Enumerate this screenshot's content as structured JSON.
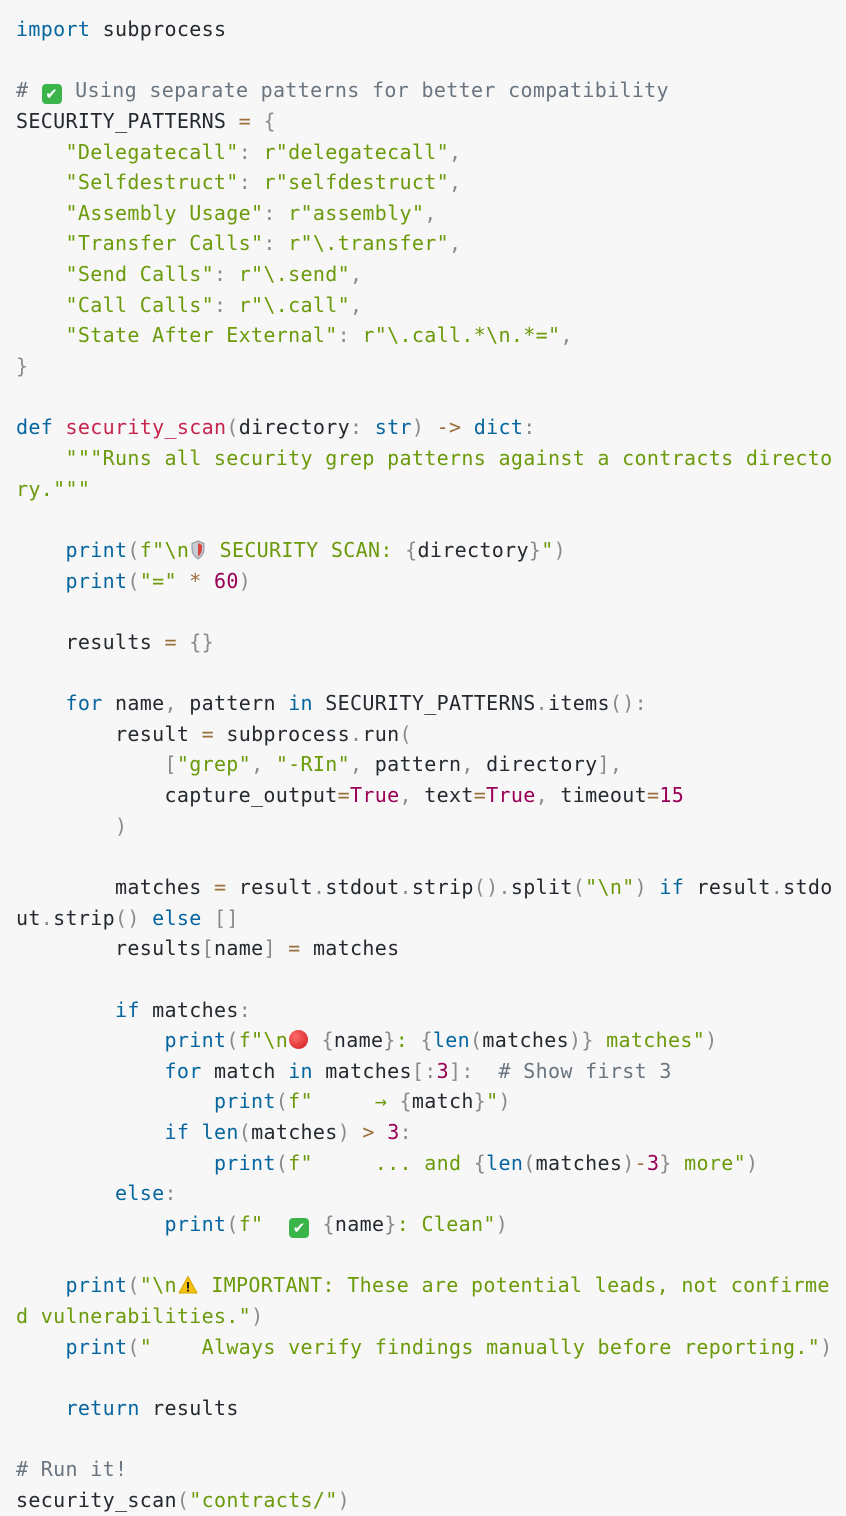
{
  "code_lines": [
    [
      {
        "t": "import",
        "c": "kw"
      },
      {
        "t": " subprocess",
        "c": "sym"
      }
    ],
    [],
    [
      {
        "t": "# ",
        "c": "cm"
      },
      {
        "e": "check-mark-icon"
      },
      {
        "t": " Using separate patterns for better compatibility",
        "c": "cm"
      }
    ],
    [
      {
        "t": "SECURITY_PATTERNS",
        "c": "sym"
      },
      {
        "t": " = ",
        "c": "op"
      },
      {
        "t": "{",
        "c": "pun"
      }
    ],
    [
      {
        "t": "    ",
        "c": "sym"
      },
      {
        "t": "\"Delegatecall\"",
        "c": "str"
      },
      {
        "t": ": ",
        "c": "pun"
      },
      {
        "t": "r\"delegatecall\"",
        "c": "str"
      },
      {
        "t": ",",
        "c": "pun"
      }
    ],
    [
      {
        "t": "    ",
        "c": "sym"
      },
      {
        "t": "\"Selfdestruct\"",
        "c": "str"
      },
      {
        "t": ": ",
        "c": "pun"
      },
      {
        "t": "r\"selfdestruct\"",
        "c": "str"
      },
      {
        "t": ",",
        "c": "pun"
      }
    ],
    [
      {
        "t": "    ",
        "c": "sym"
      },
      {
        "t": "\"Assembly Usage\"",
        "c": "str"
      },
      {
        "t": ": ",
        "c": "pun"
      },
      {
        "t": "r\"assembly\"",
        "c": "str"
      },
      {
        "t": ",",
        "c": "pun"
      }
    ],
    [
      {
        "t": "    ",
        "c": "sym"
      },
      {
        "t": "\"Transfer Calls\"",
        "c": "str"
      },
      {
        "t": ": ",
        "c": "pun"
      },
      {
        "t": "r\"\\.transfer\"",
        "c": "str"
      },
      {
        "t": ",",
        "c": "pun"
      }
    ],
    [
      {
        "t": "    ",
        "c": "sym"
      },
      {
        "t": "\"Send Calls\"",
        "c": "str"
      },
      {
        "t": ": ",
        "c": "pun"
      },
      {
        "t": "r\"\\.send\"",
        "c": "str"
      },
      {
        "t": ",",
        "c": "pun"
      }
    ],
    [
      {
        "t": "    ",
        "c": "sym"
      },
      {
        "t": "\"Call Calls\"",
        "c": "str"
      },
      {
        "t": ": ",
        "c": "pun"
      },
      {
        "t": "r\"\\.call\"",
        "c": "str"
      },
      {
        "t": ",",
        "c": "pun"
      }
    ],
    [
      {
        "t": "    ",
        "c": "sym"
      },
      {
        "t": "\"State After External\"",
        "c": "str"
      },
      {
        "t": ": ",
        "c": "pun"
      },
      {
        "t": "r\"\\.call.*\\n.*=\"",
        "c": "str"
      },
      {
        "t": ",",
        "c": "pun"
      }
    ],
    [
      {
        "t": "}",
        "c": "pun"
      }
    ],
    [],
    [
      {
        "t": "def",
        "c": "kw"
      },
      {
        "t": " ",
        "c": "sym"
      },
      {
        "t": "security_scan",
        "c": "fn"
      },
      {
        "t": "(",
        "c": "pun"
      },
      {
        "t": "directory",
        "c": "sym"
      },
      {
        "t": ": ",
        "c": "pun"
      },
      {
        "t": "str",
        "c": "kw"
      },
      {
        "t": ") ",
        "c": "pun"
      },
      {
        "t": "->",
        "c": "op"
      },
      {
        "t": " ",
        "c": "sym"
      },
      {
        "t": "dict",
        "c": "kw"
      },
      {
        "t": ":",
        "c": "pun"
      }
    ],
    [
      {
        "t": "    \"\"\"Runs all security grep patterns against a contracts directo",
        "c": "str"
      }
    ],
    [
      {
        "t": "ry.\"\"\"",
        "c": "str"
      }
    ],
    [],
    [
      {
        "t": "    ",
        "c": "sym"
      },
      {
        "t": "print",
        "c": "kw"
      },
      {
        "t": "(",
        "c": "pun"
      },
      {
        "t": "f\"\\n",
        "c": "str"
      },
      {
        "e": "shield-icon"
      },
      {
        "t": " SECURITY SCAN: ",
        "c": "str"
      },
      {
        "t": "{",
        "c": "pun"
      },
      {
        "t": "directory",
        "c": "sym"
      },
      {
        "t": "}",
        "c": "pun"
      },
      {
        "t": "\"",
        "c": "str"
      },
      {
        "t": ")",
        "c": "pun"
      }
    ],
    [
      {
        "t": "    ",
        "c": "sym"
      },
      {
        "t": "print",
        "c": "kw"
      },
      {
        "t": "(",
        "c": "pun"
      },
      {
        "t": "\"=\"",
        "c": "str"
      },
      {
        "t": " * ",
        "c": "op"
      },
      {
        "t": "60",
        "c": "num"
      },
      {
        "t": ")",
        "c": "pun"
      }
    ],
    [],
    [
      {
        "t": "    results",
        "c": "sym"
      },
      {
        "t": " = ",
        "c": "op"
      },
      {
        "t": "{}",
        "c": "pun"
      }
    ],
    [],
    [
      {
        "t": "    ",
        "c": "sym"
      },
      {
        "t": "for",
        "c": "kw"
      },
      {
        "t": " name",
        "c": "sym"
      },
      {
        "t": ", ",
        "c": "pun"
      },
      {
        "t": "pattern ",
        "c": "sym"
      },
      {
        "t": "in",
        "c": "kw"
      },
      {
        "t": " SECURITY_PATTERNS",
        "c": "sym"
      },
      {
        "t": ".",
        "c": "pun"
      },
      {
        "t": "items",
        "c": "sym"
      },
      {
        "t": "():",
        "c": "pun"
      }
    ],
    [
      {
        "t": "        result",
        "c": "sym"
      },
      {
        "t": " = ",
        "c": "op"
      },
      {
        "t": "subprocess",
        "c": "sym"
      },
      {
        "t": ".",
        "c": "pun"
      },
      {
        "t": "run",
        "c": "sym"
      },
      {
        "t": "(",
        "c": "pun"
      }
    ],
    [
      {
        "t": "            ",
        "c": "sym"
      },
      {
        "t": "[",
        "c": "pun"
      },
      {
        "t": "\"grep\"",
        "c": "str"
      },
      {
        "t": ", ",
        "c": "pun"
      },
      {
        "t": "\"-RIn\"",
        "c": "str"
      },
      {
        "t": ", ",
        "c": "pun"
      },
      {
        "t": "pattern",
        "c": "sym"
      },
      {
        "t": ", ",
        "c": "pun"
      },
      {
        "t": "directory",
        "c": "sym"
      },
      {
        "t": "],",
        "c": "pun"
      }
    ],
    [
      {
        "t": "            capture_output",
        "c": "sym"
      },
      {
        "t": "=",
        "c": "op"
      },
      {
        "t": "True",
        "c": "num"
      },
      {
        "t": ", ",
        "c": "pun"
      },
      {
        "t": "text",
        "c": "sym"
      },
      {
        "t": "=",
        "c": "op"
      },
      {
        "t": "True",
        "c": "num"
      },
      {
        "t": ", ",
        "c": "pun"
      },
      {
        "t": "timeout",
        "c": "sym"
      },
      {
        "t": "=",
        "c": "op"
      },
      {
        "t": "15",
        "c": "num"
      }
    ],
    [
      {
        "t": "        )",
        "c": "pun"
      }
    ],
    [],
    [
      {
        "t": "        matches",
        "c": "sym"
      },
      {
        "t": " = ",
        "c": "op"
      },
      {
        "t": "result",
        "c": "sym"
      },
      {
        "t": ".",
        "c": "pun"
      },
      {
        "t": "stdout",
        "c": "sym"
      },
      {
        "t": ".",
        "c": "pun"
      },
      {
        "t": "strip",
        "c": "sym"
      },
      {
        "t": "().",
        "c": "pun"
      },
      {
        "t": "split",
        "c": "sym"
      },
      {
        "t": "(",
        "c": "pun"
      },
      {
        "t": "\"\\n\"",
        "c": "str"
      },
      {
        "t": ") ",
        "c": "pun"
      },
      {
        "t": "if",
        "c": "kw"
      },
      {
        "t": " result",
        "c": "sym"
      },
      {
        "t": ".",
        "c": "pun"
      },
      {
        "t": "stdo",
        "c": "sym"
      }
    ],
    [
      {
        "t": "ut",
        "c": "sym"
      },
      {
        "t": ".",
        "c": "pun"
      },
      {
        "t": "strip",
        "c": "sym"
      },
      {
        "t": "() ",
        "c": "pun"
      },
      {
        "t": "else",
        "c": "kw"
      },
      {
        "t": " []",
        "c": "pun"
      }
    ],
    [
      {
        "t": "        results",
        "c": "sym"
      },
      {
        "t": "[",
        "c": "pun"
      },
      {
        "t": "name",
        "c": "sym"
      },
      {
        "t": "]",
        "c": "pun"
      },
      {
        "t": " = ",
        "c": "op"
      },
      {
        "t": "matches",
        "c": "sym"
      }
    ],
    [],
    [
      {
        "t": "        ",
        "c": "sym"
      },
      {
        "t": "if",
        "c": "kw"
      },
      {
        "t": " matches",
        "c": "sym"
      },
      {
        "t": ":",
        "c": "pun"
      }
    ],
    [
      {
        "t": "            ",
        "c": "sym"
      },
      {
        "t": "print",
        "c": "kw"
      },
      {
        "t": "(",
        "c": "pun"
      },
      {
        "t": "f\"\\n",
        "c": "str"
      },
      {
        "e": "red-circle-icon"
      },
      {
        "t": " ",
        "c": "str"
      },
      {
        "t": "{",
        "c": "pun"
      },
      {
        "t": "name",
        "c": "sym"
      },
      {
        "t": "}",
        "c": "pun"
      },
      {
        "t": ": ",
        "c": "str"
      },
      {
        "t": "{",
        "c": "pun"
      },
      {
        "t": "len",
        "c": "kw"
      },
      {
        "t": "(",
        "c": "pun"
      },
      {
        "t": "matches",
        "c": "sym"
      },
      {
        "t": ")}",
        "c": "pun"
      },
      {
        "t": " matches\"",
        "c": "str"
      },
      {
        "t": ")",
        "c": "pun"
      }
    ],
    [
      {
        "t": "            ",
        "c": "sym"
      },
      {
        "t": "for",
        "c": "kw"
      },
      {
        "t": " match ",
        "c": "sym"
      },
      {
        "t": "in",
        "c": "kw"
      },
      {
        "t": " matches",
        "c": "sym"
      },
      {
        "t": "[:",
        "c": "pun"
      },
      {
        "t": "3",
        "c": "num"
      },
      {
        "t": "]:  ",
        "c": "pun"
      },
      {
        "t": "# Show first 3",
        "c": "cm"
      }
    ],
    [
      {
        "t": "                ",
        "c": "sym"
      },
      {
        "t": "print",
        "c": "kw"
      },
      {
        "t": "(",
        "c": "pun"
      },
      {
        "t": "f\"     → ",
        "c": "str"
      },
      {
        "t": "{",
        "c": "pun"
      },
      {
        "t": "match",
        "c": "sym"
      },
      {
        "t": "}",
        "c": "pun"
      },
      {
        "t": "\"",
        "c": "str"
      },
      {
        "t": ")",
        "c": "pun"
      }
    ],
    [
      {
        "t": "            ",
        "c": "sym"
      },
      {
        "t": "if",
        "c": "kw"
      },
      {
        "t": " ",
        "c": "sym"
      },
      {
        "t": "len",
        "c": "kw"
      },
      {
        "t": "(",
        "c": "pun"
      },
      {
        "t": "matches",
        "c": "sym"
      },
      {
        "t": ")",
        "c": "pun"
      },
      {
        "t": " > ",
        "c": "op"
      },
      {
        "t": "3",
        "c": "num"
      },
      {
        "t": ":",
        "c": "pun"
      }
    ],
    [
      {
        "t": "                ",
        "c": "sym"
      },
      {
        "t": "print",
        "c": "kw"
      },
      {
        "t": "(",
        "c": "pun"
      },
      {
        "t": "f\"     ... and ",
        "c": "str"
      },
      {
        "t": "{",
        "c": "pun"
      },
      {
        "t": "len",
        "c": "kw"
      },
      {
        "t": "(",
        "c": "pun"
      },
      {
        "t": "matches",
        "c": "sym"
      },
      {
        "t": ")",
        "c": "pun"
      },
      {
        "t": "-",
        "c": "op"
      },
      {
        "t": "3",
        "c": "num"
      },
      {
        "t": "}",
        "c": "pun"
      },
      {
        "t": " more\"",
        "c": "str"
      },
      {
        "t": ")",
        "c": "pun"
      }
    ],
    [
      {
        "t": "        ",
        "c": "sym"
      },
      {
        "t": "else",
        "c": "kw"
      },
      {
        "t": ":",
        "c": "pun"
      }
    ],
    [
      {
        "t": "            ",
        "c": "sym"
      },
      {
        "t": "print",
        "c": "kw"
      },
      {
        "t": "(",
        "c": "pun"
      },
      {
        "t": "f\"  ",
        "c": "str"
      },
      {
        "e": "check-mark-icon"
      },
      {
        "t": " ",
        "c": "str"
      },
      {
        "t": "{",
        "c": "pun"
      },
      {
        "t": "name",
        "c": "sym"
      },
      {
        "t": "}",
        "c": "pun"
      },
      {
        "t": ": Clean\"",
        "c": "str"
      },
      {
        "t": ")",
        "c": "pun"
      }
    ],
    [],
    [
      {
        "t": "    ",
        "c": "sym"
      },
      {
        "t": "print",
        "c": "kw"
      },
      {
        "t": "(",
        "c": "pun"
      },
      {
        "t": "\"\\n",
        "c": "str"
      },
      {
        "e": "warning-icon"
      },
      {
        "t": " IMPORTANT: These are potential leads, not confirme",
        "c": "str"
      }
    ],
    [
      {
        "t": "d vulnerabilities.\"",
        "c": "str"
      },
      {
        "t": ")",
        "c": "pun"
      }
    ],
    [
      {
        "t": "    ",
        "c": "sym"
      },
      {
        "t": "print",
        "c": "kw"
      },
      {
        "t": "(",
        "c": "pun"
      },
      {
        "t": "\"    Always verify findings manually before reporting.\"",
        "c": "str"
      },
      {
        "t": ")",
        "c": "pun"
      }
    ],
    [],
    [
      {
        "t": "    ",
        "c": "sym"
      },
      {
        "t": "return",
        "c": "kw"
      },
      {
        "t": " results",
        "c": "sym"
      }
    ],
    [],
    [
      {
        "t": "# Run it!",
        "c": "cm"
      }
    ],
    [
      {
        "t": "security_scan",
        "c": "sym"
      },
      {
        "t": "(",
        "c": "pun"
      },
      {
        "t": "\"contracts/\"",
        "c": "str"
      },
      {
        "t": ")",
        "c": "pun"
      }
    ]
  ]
}
